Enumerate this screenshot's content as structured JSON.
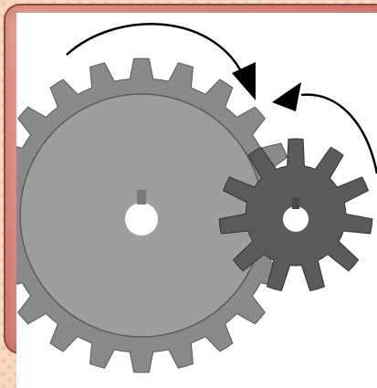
{
  "slide": {
    "background_color": "#f6d9bf",
    "panel_color": "#d97f74",
    "panel_border_color": "#8a4a3c"
  },
  "diagram": {
    "background": "#ffffff",
    "large_gear": {
      "teeth": 22,
      "fill": "#8a8a8a",
      "body_fill": "#9e9e9e",
      "direction": "clockwise"
    },
    "small_gear": {
      "teeth": 11,
      "fill": "#5a5a5a",
      "direction": "counter-clockwise"
    },
    "arrows": [
      {
        "icon": "clockwise-arrow-icon",
        "color": "#000000"
      },
      {
        "icon": "counter-clockwise-arrow-icon",
        "color": "#000000"
      }
    ]
  }
}
